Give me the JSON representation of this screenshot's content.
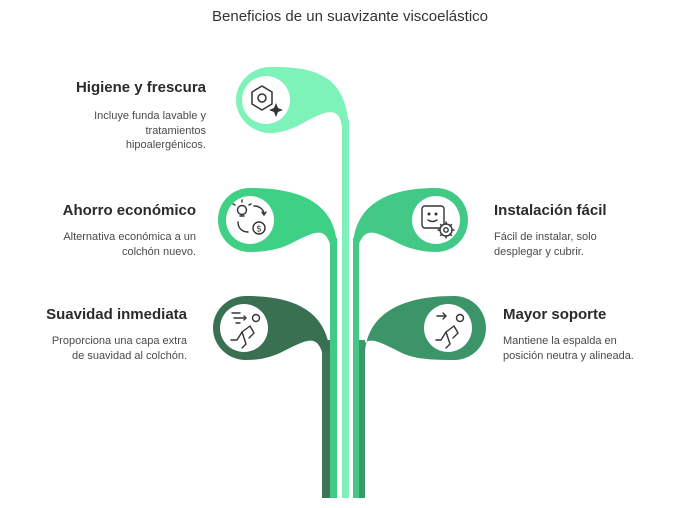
{
  "title": "Beneficios de un suavizante viscoelástico",
  "colors": {
    "mint": "#7df2b9",
    "mint_stem": "#80f0ba",
    "medium": "#3ed085",
    "medium_stem": "#41c985",
    "dark": "#3a7052",
    "dark_stem": "#3d7655",
    "mid_right": "#3b9568",
    "mid_right_stem": "#3c9a69"
  },
  "items": {
    "higiene": {
      "title": "Higiene y frescura",
      "desc_lines": [
        "Incluye funda lavable y",
        "tratamientos",
        "hipoalergénicos."
      ],
      "icon": "hexagon-sparkle-icon"
    },
    "ahorro": {
      "title": "Ahorro económico",
      "desc_lines": [
        "Alternativa económica a un",
        "colchón nuevo."
      ],
      "icon": "idea-money-icon"
    },
    "instalacion": {
      "title": "Instalación fácil",
      "desc_lines": [
        "Fácil de instalar, solo",
        "desplegar y cubrir."
      ],
      "icon": "gear-face-icon"
    },
    "suavidad": {
      "title": "Suavidad inmediata",
      "desc_lines": [
        "Proporciona una capa extra",
        "de suavidad al colchón."
      ],
      "icon": "person-speed-icon"
    },
    "soporte": {
      "title": "Mayor soporte",
      "desc_lines": [
        "Mantiene la espalda en",
        "posición neutra y alineada."
      ],
      "icon": "person-arrow-icon"
    }
  }
}
